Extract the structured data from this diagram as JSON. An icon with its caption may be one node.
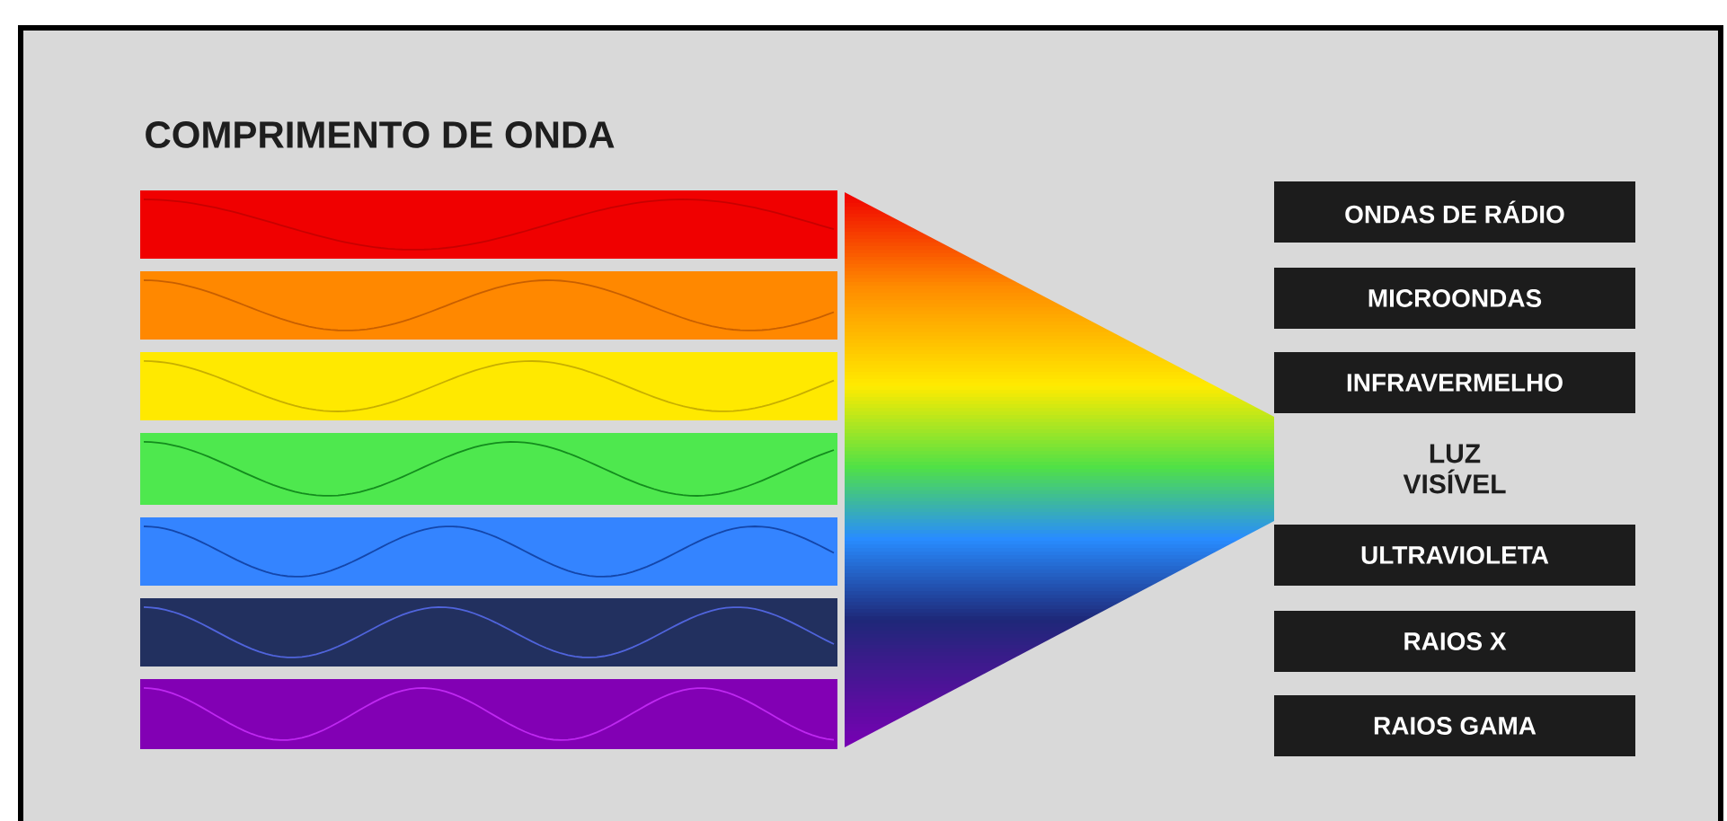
{
  "diagram": {
    "title": "COMPRIMENTO DE ONDA",
    "nodes": [
      {
        "text": [
          "ONDAS DE RÁDIO"
        ]
      },
      {
        "text": [
          "MICROONDAS"
        ]
      },
      {
        "text": [
          "INFRAVERMELHO"
        ]
      },
      {
        "text": [
          "ULTRAVIOLETA"
        ]
      },
      {
        "text": [
          "RAIOS X"
        ]
      },
      {
        "text": [
          "RAIOS GAMA"
        ]
      }
    ],
    "labels": [
      "LUZ VISÍVEL"
    ]
  }
}
